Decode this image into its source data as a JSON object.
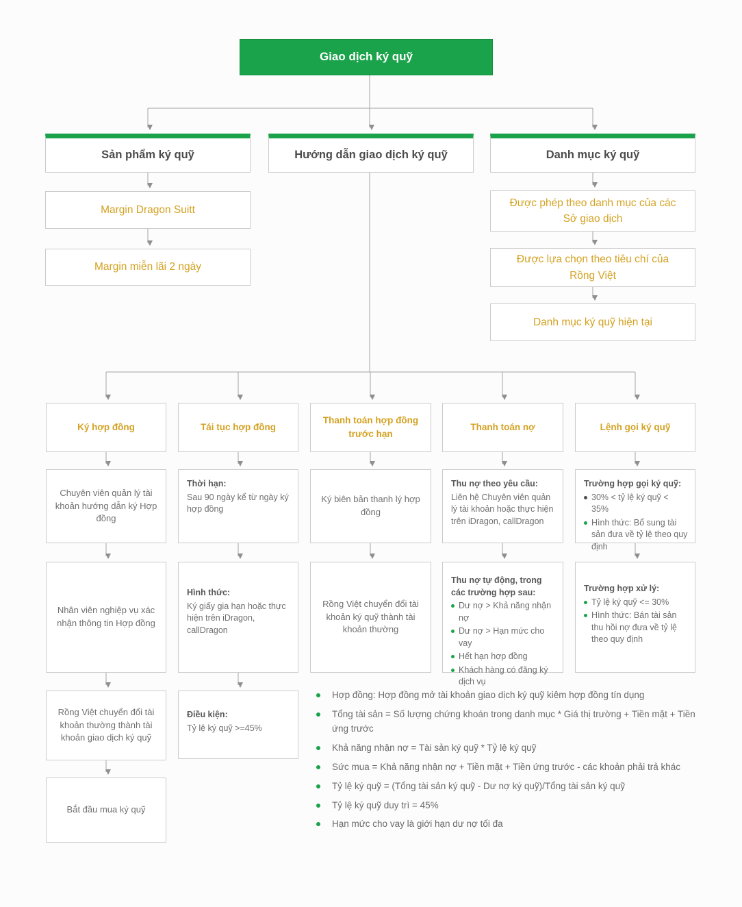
{
  "colors": {
    "green": "#1aa34a",
    "gold": "#d4a222",
    "body_text": "#6f6f6f",
    "heading_text": "#4c4c4c",
    "box_border": "#cbcbcb",
    "connector_line": "#a3a3a3"
  },
  "root": {
    "title": "Giao dịch ký quỹ"
  },
  "branches": {
    "products": {
      "title": "Sản phẩm ký quỹ",
      "items": [
        "Margin Dragon Suitt",
        "Margin miễn lãi 2 ngày"
      ]
    },
    "guide": {
      "title": "Hướng dẫn giao dịch ký quỹ"
    },
    "portfolio": {
      "title": "Danh mục ký quỹ",
      "items": [
        "Được phép theo danh mục của các Sở giao dịch",
        "Được lựa chọn theo tiêu chí của Rồng Việt",
        "Danh mục ký quỹ hiện tại"
      ]
    }
  },
  "columns": [
    {
      "title": "Ký hợp đồng",
      "steps": [
        {
          "text": "Chuyên viên quản lý tài khoản hướng dẫn ký Hợp đồng"
        },
        {
          "text": "Nhân viên nghiệp vụ xác nhận thông tin Hợp đồng"
        },
        {
          "text": "Rồng Việt chuyển đổi tài khoản thường thành tài khoản giao dịch ký quỹ"
        },
        {
          "text": "Bắt đầu mua ký quỹ"
        }
      ]
    },
    {
      "title": "Tái tục hợp đồng",
      "steps": [
        {
          "label": "Thời hạn:",
          "text": "Sau 90 ngày kể từ ngày ký hợp đồng"
        },
        {
          "label": "Hình thức:",
          "text": "Ký giấy gia hạn hoặc thực hiện trên iDragon, callDragon"
        },
        {
          "label": "Điều kiện:",
          "text": "Tỷ lệ ký quỹ >=45%"
        }
      ]
    },
    {
      "title": "Thanh toán hợp đồng trước hạn",
      "steps": [
        {
          "text": "Ký biên bản thanh lý hợp đồng"
        },
        {
          "text": "Rồng Việt chuyển đổi tài khoản ký quỹ thành tài khoản thường"
        }
      ]
    },
    {
      "title": "Thanh toán nợ",
      "steps": [
        {
          "label": "Thu nợ theo yêu cầu:",
          "text": "Liên hệ Chuyên viên quản lý tài khoản hoặc thực hiện trên iDragon, callDragon"
        },
        {
          "label": "Thu nợ tự động, trong các trường hợp sau:",
          "bullets": [
            "Dư nợ > Khả năng nhận nợ",
            "Dư nợ > Hạn mức cho vay",
            "Hết hạn hợp đồng",
            "Khách hàng có đăng ký dịch vụ"
          ]
        }
      ]
    },
    {
      "title": "Lệnh gọi ký quỹ",
      "steps": [
        {
          "label": "Trường hợp gọi ký quỹ:",
          "bullets": [
            "30% < tỷ lệ ký quỹ < 35%",
            "Hình thức: Bổ sung tài sản đưa về tỷ lệ theo quy định"
          ]
        },
        {
          "label": "Trường hợp xử lý:",
          "bullets": [
            "Tỷ lệ ký quỹ <= 30%",
            "Hình thức: Bán tài sản thu hồi nợ đưa về tỷ lệ theo quy định"
          ]
        }
      ]
    }
  ],
  "notes": {
    "items": [
      "Hợp đồng: Hợp đồng mở tài khoản giao dịch ký quỹ kiêm hợp đồng tín dụng",
      "Tổng tài sản = Số lượng chứng khoán trong danh mục * Giá thị trường + Tiền mặt + Tiền ứng trước",
      "Khả năng nhận nợ = Tài sản ký quỹ * Tỷ lệ ký quỹ",
      "Sức mua = Khả năng nhận nợ + Tiền mặt + Tiền ứng trước - các khoản phải trả khác",
      "Tỷ lệ ký quỹ = (Tổng tài sản ký quỹ - Dư nợ ký quỹ)/Tổng tài sản ký quỹ",
      "Tỷ lệ ký quỹ duy trì = 45%",
      "Hạn mức cho vay là giới hạn dư nợ tối đa"
    ]
  }
}
